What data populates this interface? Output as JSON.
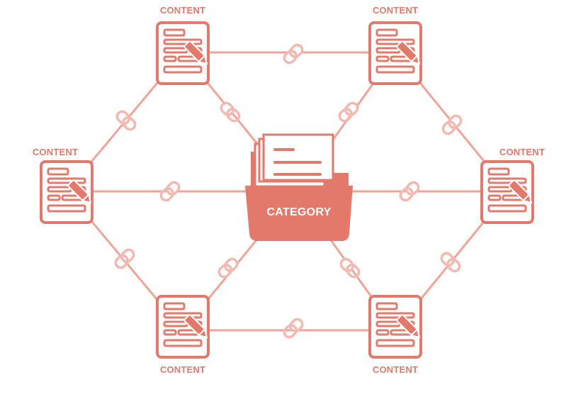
{
  "diagram": {
    "center_label": "CATEGORY",
    "content_label": "CONTENT",
    "nodes": [
      {
        "id": "top-left",
        "label": "CONTENT"
      },
      {
        "id": "top-right",
        "label": "CONTENT"
      },
      {
        "id": "mid-left",
        "label": "CONTENT"
      },
      {
        "id": "mid-right",
        "label": "CONTENT"
      },
      {
        "id": "bottom-left",
        "label": "CONTENT"
      },
      {
        "id": "bottom-right",
        "label": "CONTENT"
      }
    ],
    "icons": {
      "center": "folder-icon",
      "content": "document-edit-icon",
      "connector": "link-chain-icon"
    },
    "colors": {
      "primary": "#e2796b",
      "link": "#f3b9b0",
      "background": "#ffffff"
    }
  }
}
